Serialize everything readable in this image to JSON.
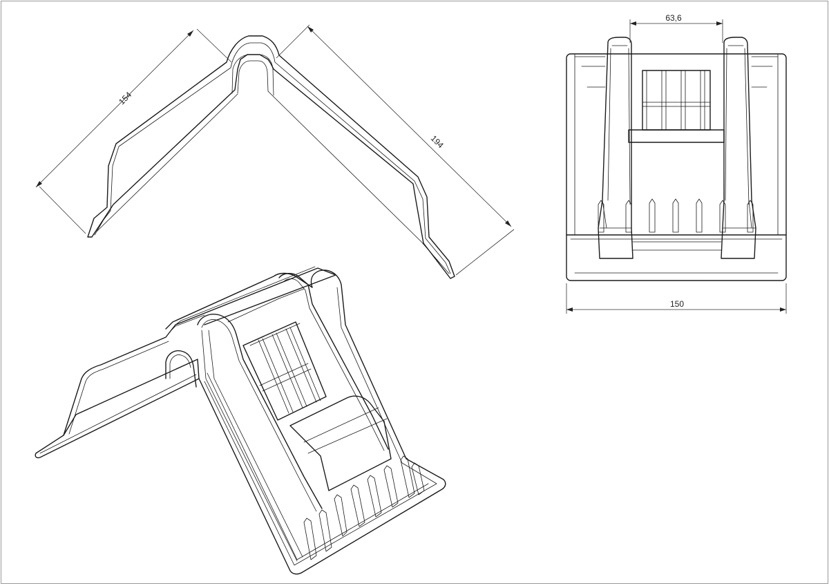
{
  "dimensions": {
    "side_left_leg": "154",
    "side_right_leg": "194",
    "front_width": "150",
    "front_slot": "63,6"
  }
}
